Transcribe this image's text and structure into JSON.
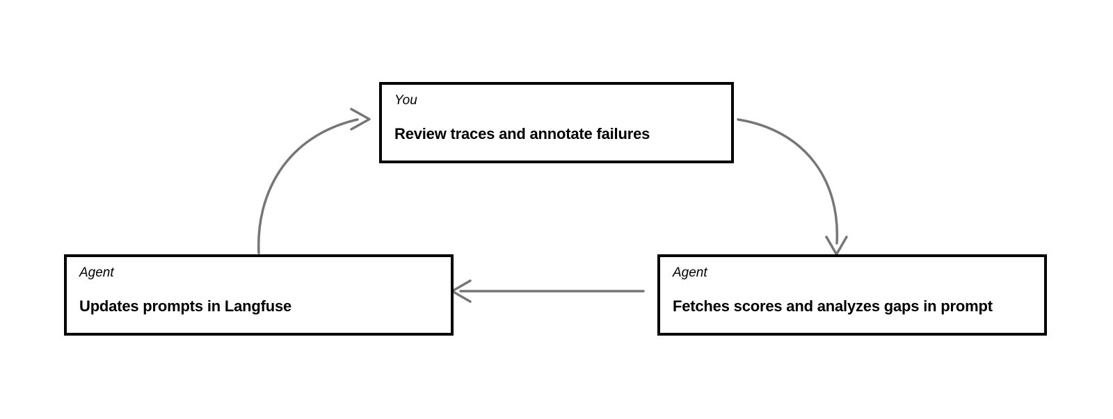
{
  "diagram": {
    "type": "cycle-flowchart",
    "background_color": "#ffffff",
    "node_border_color": "#000000",
    "arrow_color": "#767676",
    "nodes": [
      {
        "id": "you-review",
        "role": "You",
        "title": "Review traces and annotate failures"
      },
      {
        "id": "agent-update",
        "role": "Agent",
        "title": "Updates prompts in Langfuse"
      },
      {
        "id": "agent-fetch",
        "role": "Agent",
        "title": "Fetches scores and analyzes gaps in prompt"
      }
    ],
    "edges": [
      {
        "id": "edge-update-to-you",
        "from": "agent-update",
        "to": "you-review",
        "style": "curved",
        "direction": "up-right"
      },
      {
        "id": "edge-you-to-fetch",
        "from": "you-review",
        "to": "agent-fetch",
        "style": "curved",
        "direction": "down-right"
      },
      {
        "id": "edge-fetch-to-update",
        "from": "agent-fetch",
        "to": "agent-update",
        "style": "straight",
        "direction": "left"
      }
    ]
  }
}
